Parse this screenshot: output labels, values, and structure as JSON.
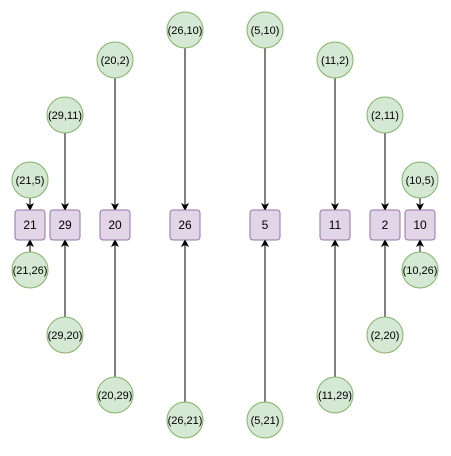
{
  "diagram": {
    "colors": {
      "circle_fill": "#d5e8d4",
      "circle_stroke": "#82b366",
      "box_fill": "#e1d5e7",
      "box_stroke": "#9673a6",
      "edge": "#000000"
    },
    "boxes": [
      {
        "id": "21",
        "label": "21"
      },
      {
        "id": "29",
        "label": "29"
      },
      {
        "id": "20",
        "label": "20"
      },
      {
        "id": "26",
        "label": "26"
      },
      {
        "id": "5",
        "label": "5"
      },
      {
        "id": "11",
        "label": "11"
      },
      {
        "id": "2",
        "label": "2"
      },
      {
        "id": "10",
        "label": "10"
      }
    ],
    "top_nodes": [
      {
        "label": "(21,5)",
        "target": "21"
      },
      {
        "label": "(29,11)",
        "target": "29"
      },
      {
        "label": "(20,2)",
        "target": "20"
      },
      {
        "label": "(26,10)",
        "target": "26"
      },
      {
        "label": "(5,10)",
        "target": "5"
      },
      {
        "label": "(11,2)",
        "target": "11"
      },
      {
        "label": "(2,11)",
        "target": "2"
      },
      {
        "label": "(10,5)",
        "target": "10"
      }
    ],
    "bottom_nodes": [
      {
        "label": "(21,26)",
        "target": "21"
      },
      {
        "label": "(29,20)",
        "target": "29"
      },
      {
        "label": "(20,29)",
        "target": "20"
      },
      {
        "label": "(26,21)",
        "target": "26"
      },
      {
        "label": "(5,21)",
        "target": "5"
      },
      {
        "label": "(11,29)",
        "target": "11"
      },
      {
        "label": "(2,20)",
        "target": "2"
      },
      {
        "label": "(10,26)",
        "target": "10"
      }
    ]
  }
}
